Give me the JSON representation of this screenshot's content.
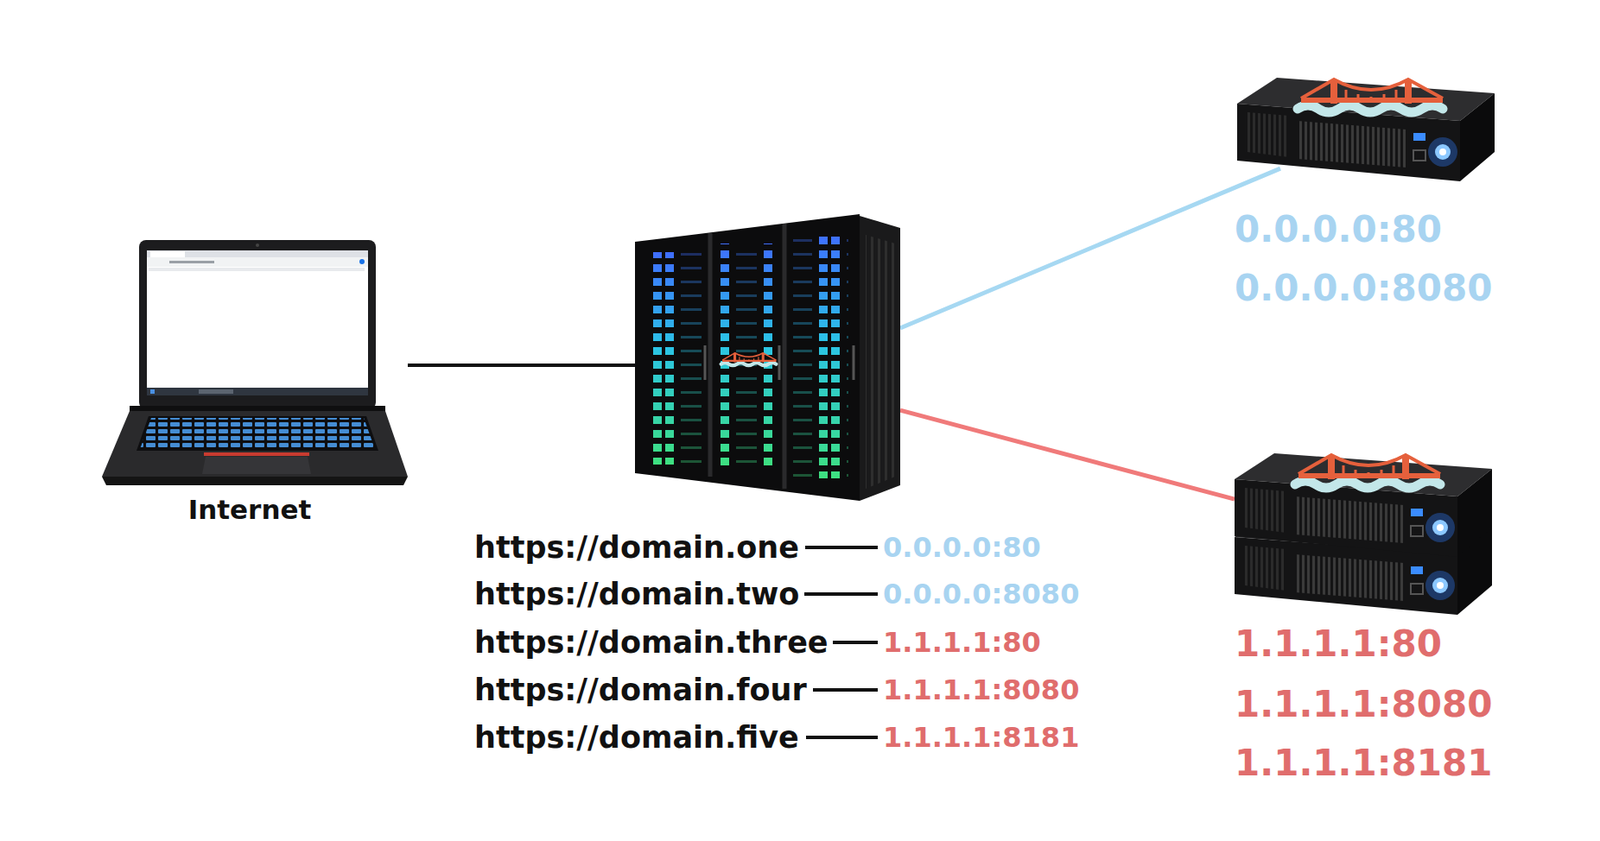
{
  "diagram": {
    "nodes": [
      {
        "text": [
          "Internet"
        ]
      },
      {
        "text": [
          "https://domain.one",
          "0.0.0.0:80",
          "https://domain.two",
          "0.0.0.0:8080",
          "https://domain.three",
          "1.1.1.1:80",
          "https://domain.four",
          "1.1.1.1:8080",
          "https://domain.five",
          "1.1.1.1:8181"
        ]
      },
      {
        "text": [
          "0.0.0.0:80",
          "0.0.0.0:8080"
        ]
      },
      {
        "text": [
          "1.1.1.1:80",
          "1.1.1.1:8080",
          "1.1.1.1:8181"
        ]
      }
    ],
    "edges": [
      {
        "from": 0,
        "to": 1,
        "arrow": "none"
      },
      {
        "from": 1,
        "to": 2,
        "arrow": "none"
      },
      {
        "from": 1,
        "to": 3,
        "arrow": "none"
      }
    ]
  }
}
